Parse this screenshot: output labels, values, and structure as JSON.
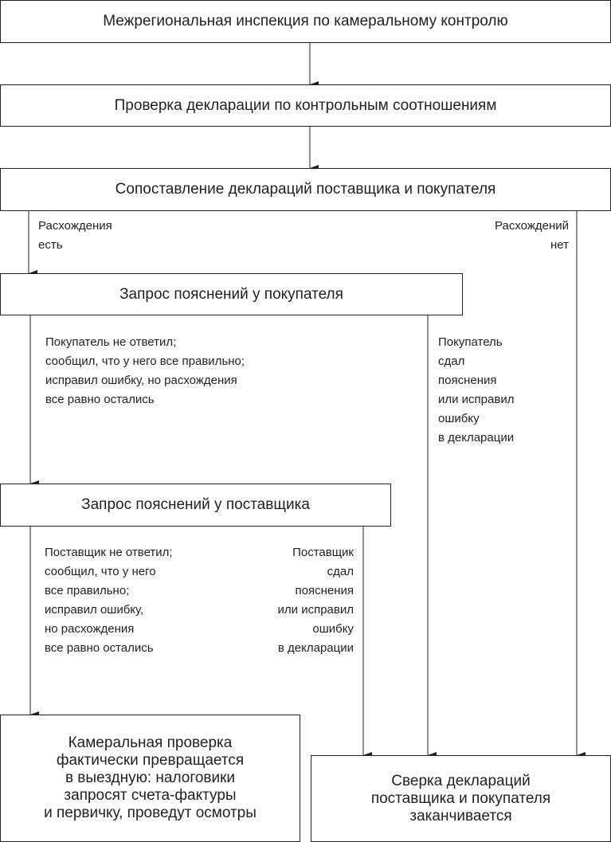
{
  "nodes": {
    "inspection": "Межрегиональная инспекция по камеральному контролю",
    "check": "Проверка декларации по контрольным соотношениям",
    "compare": "Сопоставление деклараций поставщика и покупателя",
    "buyer_request": "Запрос пояснений у покупателя",
    "supplier_request": "Запрос пояснений у поставщика",
    "field_audit": "Камеральная проверка\nфактически превращается\nв выездную: налоговики\nзапросят счета-фактуры\nи первичку, проведут осмотры",
    "end": "Сверка деклараций\nпоставщика и покупателя\nзаканчивается"
  },
  "labels": {
    "discrepancy_yes": "Расхождения\nесть",
    "discrepancy_no": "Расхождений\nнет",
    "buyer_no_answer": "Покупатель не ответил;\nсообщил, что у него все правильно;\nисправил ошибку, но расхождения\nвсе равно остались",
    "buyer_ok": "Покупатель\nсдал\nпояснения\nили исправил\nошибку\nв декларации",
    "supplier_no_answer": "Поставщик не ответил;\nсообщил, что у него\nвсе правильно;\nисправил ошибку,\nно расхождения\nвсе равно остались",
    "supplier_ok": "Поставщик\nсдал\nпояснения\nили исправил\nошибку\nв декларации"
  }
}
